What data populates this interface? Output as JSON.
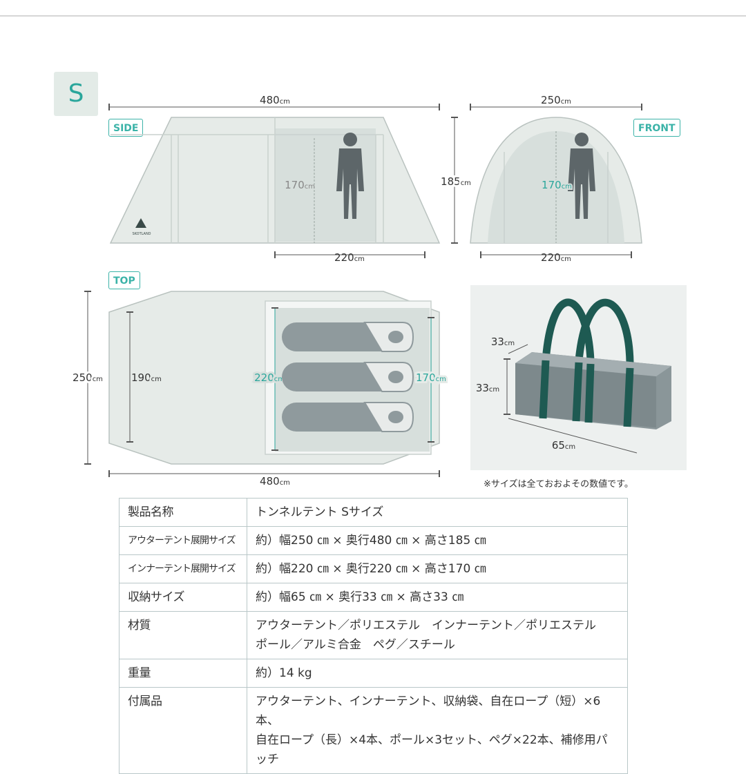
{
  "badge": "S",
  "views": {
    "side": "SIDE",
    "front": "FRONT",
    "top": "TOP"
  },
  "unit": "cm",
  "side": {
    "length": "480",
    "inner_length": "220",
    "person_height": "170"
  },
  "front": {
    "width": "250",
    "height": "185",
    "inner_width": "220",
    "person_height": "170"
  },
  "top": {
    "width": "250",
    "inner_depth": "190",
    "inner_width": "220",
    "inner_height_mark": "170",
    "length": "480"
  },
  "bag": {
    "depth": "33",
    "height": "33",
    "length": "65"
  },
  "logo_text": "SKOTLAND",
  "note": "※サイズは全ておおよその数値です。",
  "specs": [
    {
      "key": "製品名称",
      "lines": [
        "トンネルテント Sサイズ"
      ]
    },
    {
      "key": "アウターテント展開サイズ",
      "lines": [
        "約）幅250 ㎝ × 奥行480 ㎝ × 高さ185 ㎝"
      ]
    },
    {
      "key": "インナーテント展開サイズ",
      "lines": [
        "約）幅220 ㎝ × 奥行220 ㎝ × 高さ170 ㎝"
      ]
    },
    {
      "key": "収納サイズ",
      "lines": [
        "約）幅65 ㎝ × 奥行33 ㎝ × 高さ33 ㎝"
      ]
    },
    {
      "key": "材質",
      "lines": [
        "アウターテント／ポリエステル　インナーテント／ポリエステル",
        "ポール／アルミ合金　ペグ／スチール"
      ]
    },
    {
      "key": "重量",
      "lines": [
        "約）14 kg"
      ]
    },
    {
      "key": "付属品",
      "lines": [
        "アウターテント、インナーテント、収納袋、自在ロープ（短）×6本、",
        "自在ロープ（長）×4本、ポール×3セット、ペグ×22本、補修用パッチ"
      ]
    }
  ],
  "colors": {
    "teal": "#2aa69b",
    "bag_body": "#8a9699",
    "bag_strap": "#1e5a52",
    "tent_fill": "#e6ebe8"
  }
}
